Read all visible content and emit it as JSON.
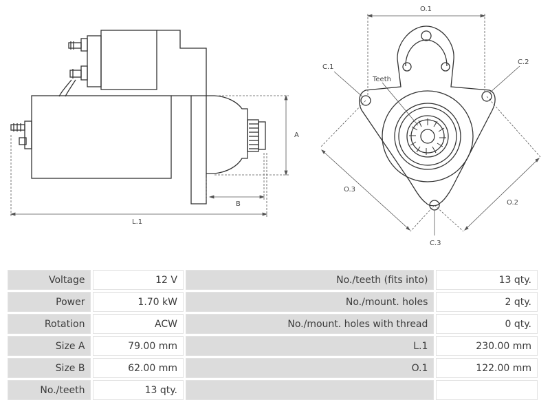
{
  "drawing": {
    "labels": {
      "A": "A",
      "B": "B",
      "L1": "L.1",
      "O1": "O.1",
      "O2": "O.2",
      "O3": "O.3",
      "C1": "C.1",
      "C2": "C.2",
      "C3": "C.3",
      "teeth": "Teeth"
    }
  },
  "specs": {
    "rows": [
      {
        "left_label": "Voltage",
        "left_value": "12 V",
        "right_label": "No./teeth (fits into)",
        "right_value": "13 qty."
      },
      {
        "left_label": "Power",
        "left_value": "1.70 kW",
        "right_label": "No./mount. holes",
        "right_value": "2 qty."
      },
      {
        "left_label": "Rotation",
        "left_value": "ACW",
        "right_label": "No./mount. holes with thread",
        "right_value": "0 qty."
      },
      {
        "left_label": "Size A",
        "left_value": "79.00 mm",
        "right_label": "L.1",
        "right_value": "230.00 mm"
      },
      {
        "left_label": "Size B",
        "left_value": "62.00 mm",
        "right_label": "O.1",
        "right_value": "122.00 mm"
      },
      {
        "left_label": "No./teeth",
        "left_value": "13 qty.",
        "right_label": "",
        "right_value": ""
      }
    ]
  }
}
